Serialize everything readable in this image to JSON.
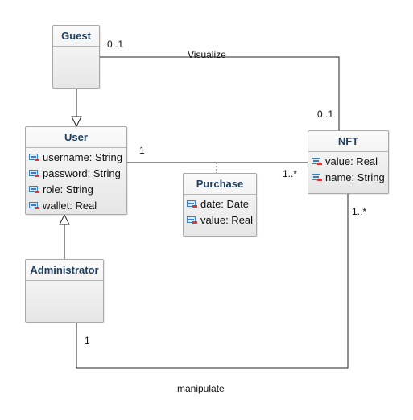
{
  "classes": {
    "guest": {
      "name": "Guest",
      "attributes": []
    },
    "user": {
      "name": "User",
      "attributes": [
        "username: String",
        "password: String",
        "role: String",
        "wallet: Real"
      ]
    },
    "administrator": {
      "name": "Administrator",
      "attributes": []
    },
    "purchase": {
      "name": "Purchase",
      "attributes": [
        "date: Date",
        "value: Real"
      ]
    },
    "nft": {
      "name": "NFT",
      "attributes": [
        "value: Real",
        "name: String"
      ]
    }
  },
  "relations": {
    "visualize": {
      "name": "Visualize",
      "source_mult": "0..1",
      "target_mult": "0..1"
    },
    "purchase": {
      "source_mult": "1",
      "target_mult": "1..*"
    },
    "manipulate": {
      "name": "manipulate",
      "source_mult": "1",
      "target_mult": "1..*"
    }
  }
}
